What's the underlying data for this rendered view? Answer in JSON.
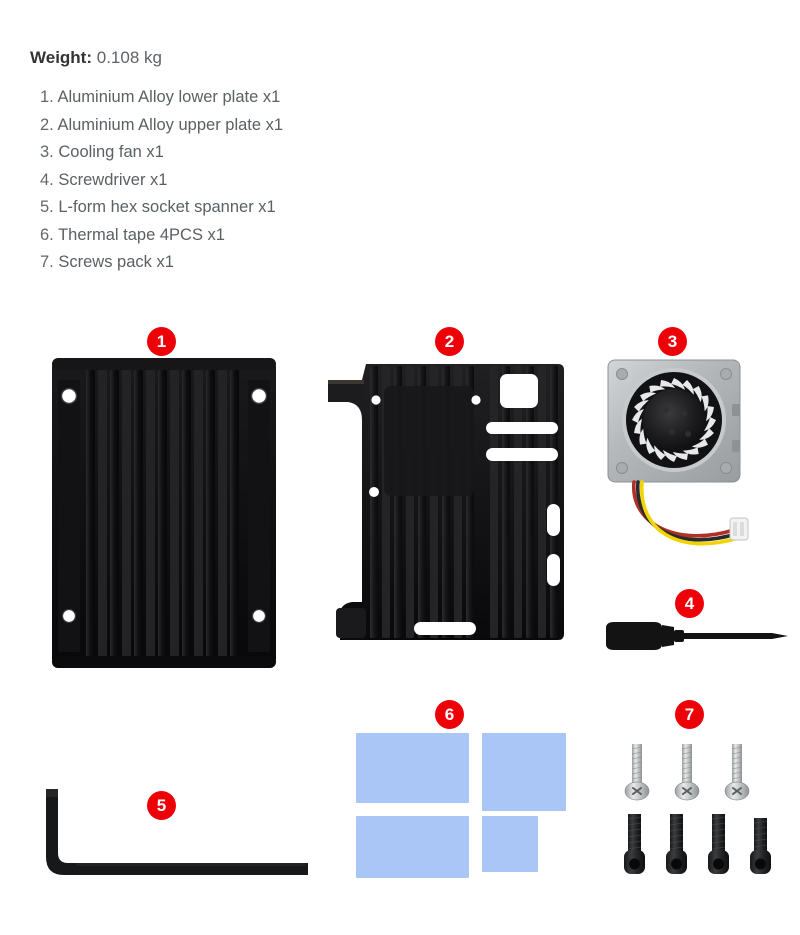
{
  "spec": {
    "weight_label": "Weight:",
    "weight_value": "0.108 kg"
  },
  "parts_list": [
    {
      "num": "1.",
      "text": "Aluminium Alloy lower plate x1"
    },
    {
      "num": "2.",
      "text": "Aluminium Alloy upper plate x1"
    },
    {
      "num": "3.",
      "text": "Cooling fan x1"
    },
    {
      "num": "4.",
      "text": "Screwdriver x1"
    },
    {
      "num": "5.",
      "text": "L-form hex socket spanner x1"
    },
    {
      "num": "6.",
      "text": "Thermal tape 4PCS x1"
    },
    {
      "num": "7.",
      "text": "Screws pack x1"
    }
  ],
  "badges": [
    {
      "id": "1",
      "label": "1"
    },
    {
      "id": "2",
      "label": "2"
    },
    {
      "id": "3",
      "label": "3"
    },
    {
      "id": "4",
      "label": "4"
    },
    {
      "id": "5",
      "label": "5"
    },
    {
      "id": "6",
      "label": "6"
    },
    {
      "id": "7",
      "label": "7"
    }
  ],
  "colors": {
    "badge_red": "#ee0008",
    "badge_text": "#ffffff",
    "thermal_pad_blue": "#a9c6f7",
    "metal_black": "#151515",
    "fan_silver": "#b9bcbe",
    "wire_red": "#c0392b",
    "wire_black": "#2b2b2b",
    "wire_yellow": "#f5d800",
    "heading_dark": "#333333",
    "body_gray": "#5b6064",
    "background": "#ffffff"
  },
  "figures": {
    "lower_plate": {
      "name": "Aluminium Alloy lower plate",
      "badge": "1"
    },
    "upper_plate": {
      "name": "Aluminium Alloy upper plate",
      "badge": "2"
    },
    "cooling_fan": {
      "name": "Cooling fan",
      "badge": "3"
    },
    "screwdriver": {
      "name": "Screwdriver",
      "badge": "4"
    },
    "hex_spanner": {
      "name": "L-form hex socket spanner",
      "badge": "5"
    },
    "thermal_tape": {
      "name": "Thermal tape 4PCS",
      "badge": "6"
    },
    "screws_pack": {
      "name": "Screws pack",
      "badge": "7"
    }
  }
}
